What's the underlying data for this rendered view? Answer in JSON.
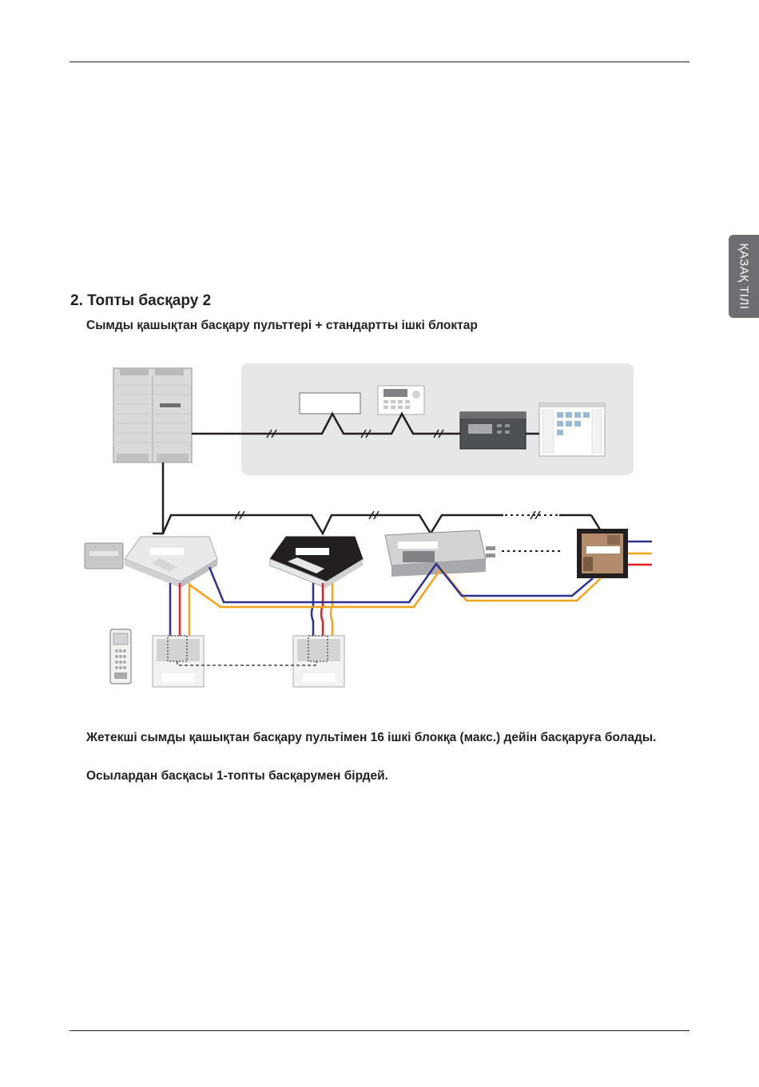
{
  "side_tab": {
    "label": "ҚАЗАҚ ТІЛІ"
  },
  "section": {
    "heading": "2. Топты басқару 2",
    "subheading": "Сымды қашықтан басқару пульттері + стандартты ішкі блоктар"
  },
  "notes": {
    "line1": "Жетекші сымды қашықтан басқару пультімен 16 ішкі блокқа (макс.) дейін басқаруға болады.",
    "line2": "Осылардан басқасы 1-топты басқарумен бірдей."
  },
  "colors": {
    "text": "#231f20",
    "tab_bg": "#6d6e71",
    "central_panel_bg": "#e6e7e8",
    "wire_black": "#231f20",
    "wire_blue": "#2e3192",
    "wire_red": "#ed1c24",
    "wire_orange": "#f7a21b"
  },
  "diagram": {
    "outdoor_unit_icon": "outdoor-unit-icon",
    "central_controllers": [
      "touch-controller-icon",
      "simple-central-controller-icon",
      "ac-manager-icon",
      "pc-software-icon"
    ],
    "indoor_units": [
      "cassette-unit-1-icon",
      "cassette-unit-2-icon",
      "duct-unit-icon",
      "erv-unit-icon"
    ],
    "accessories": [
      "interface-module-icon",
      "wireless-remote-icon",
      "wired-remote-1-icon",
      "wired-remote-2-icon"
    ]
  }
}
